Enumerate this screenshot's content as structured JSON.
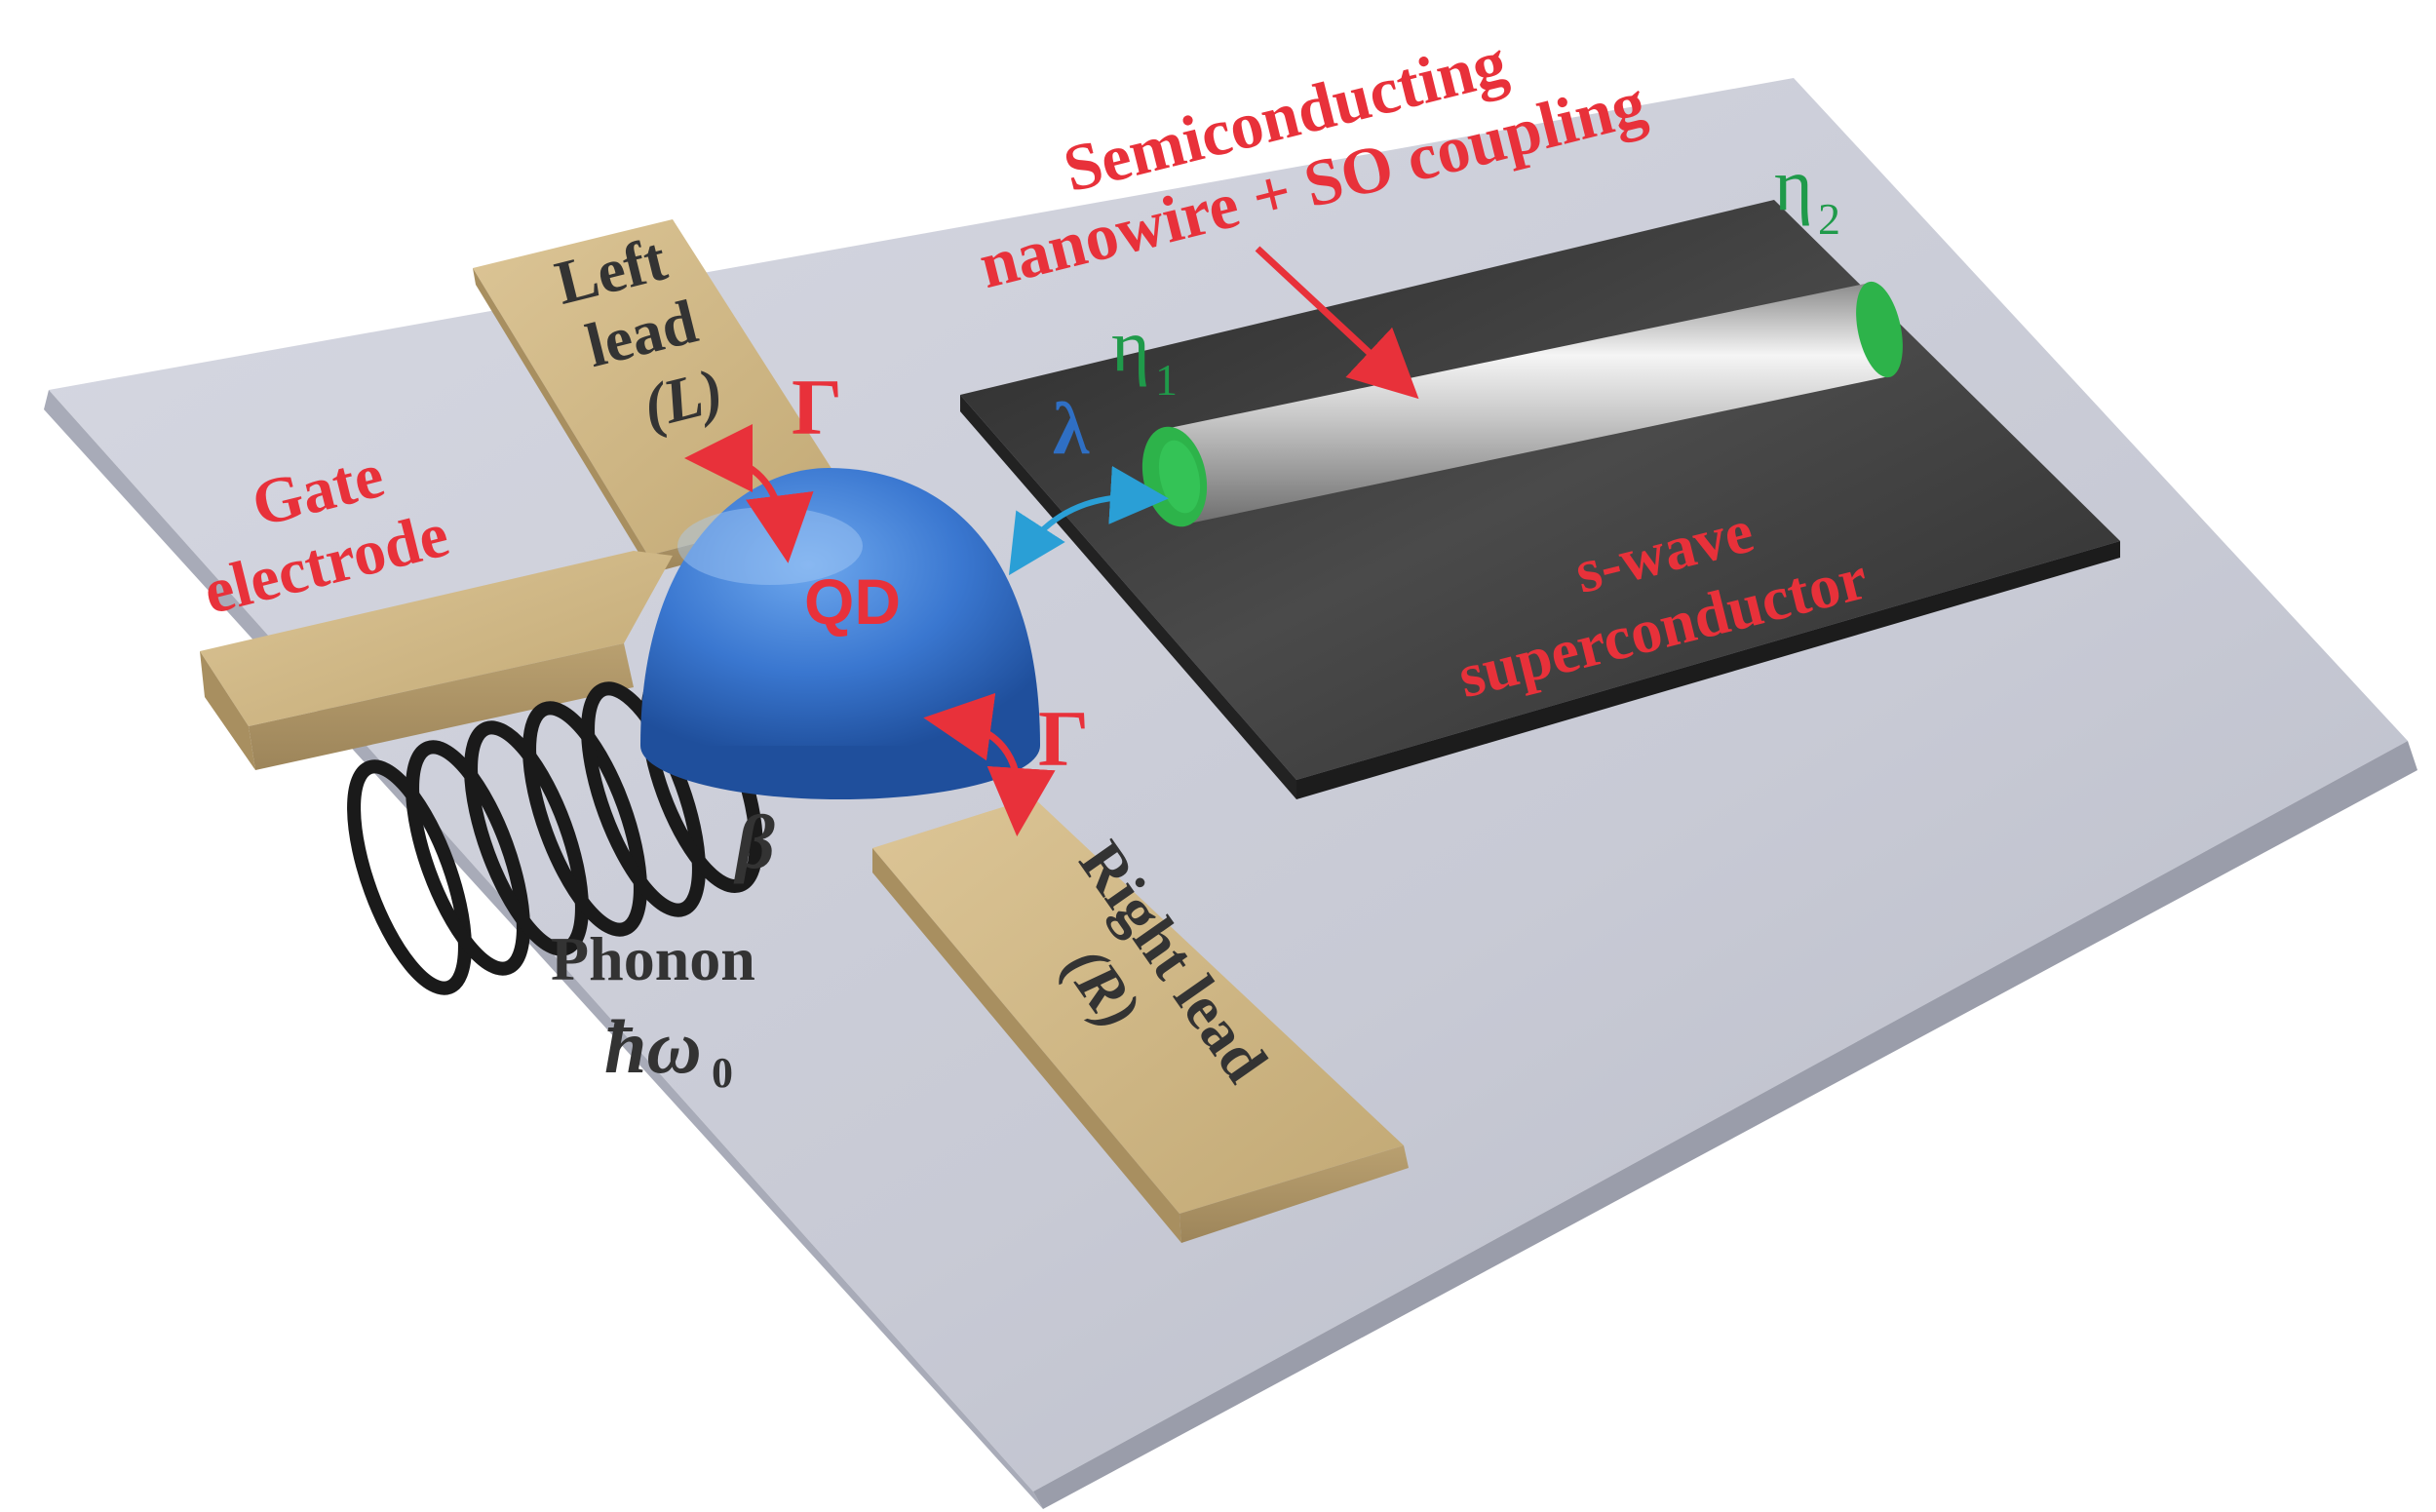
{
  "labels": {
    "left_lead": [
      "Left",
      "lead",
      "(L)"
    ],
    "gate_electrode": [
      "Gate",
      "electrode"
    ],
    "gamma_top": "Γ",
    "gamma_bottom": "Γ",
    "qd": "QD",
    "lambda": "λ",
    "eta1": "η",
    "eta1_sub": "1",
    "eta2": "η",
    "eta2_sub": "2",
    "nanowire": [
      "Semiconducting",
      "nanowire + SO coupling"
    ],
    "superconductor": [
      "s-wave",
      "superconductor"
    ],
    "right_lead": [
      "Right lead",
      "(R)"
    ],
    "beta": "β",
    "phonon": "Phonon",
    "phonon_energy": "ħω",
    "phonon_energy_sub": "0"
  },
  "colors": {
    "label_red": "#e8313a",
    "label_dark": "#333333",
    "label_blue": "#2f6fc4",
    "label_green": "#1f9a4a",
    "substrate": "#c9cbd6",
    "gold_lead": "#cbb583",
    "quantum_dot": "#3a77d0",
    "superconductor_slab": "#3a3a3a",
    "nanowire": "#d8d8d8",
    "nanowire_end": "#2db34a"
  }
}
